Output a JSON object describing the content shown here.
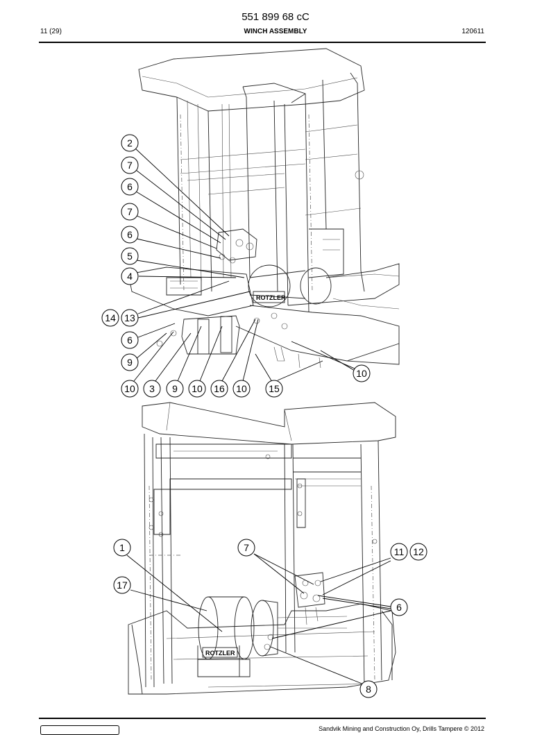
{
  "header": {
    "doc_number": "551 899 68 cC",
    "page_index": "11 (29)",
    "title": "WINCH ASSEMBLY",
    "date": "120611"
  },
  "footer": {
    "copyright": "Sandvik Mining and Construction Oy, Drills Tampere © 2012"
  },
  "drawing": {
    "brand_label": "ROTZLER"
  },
  "callouts_top": [
    "2",
    "7",
    "6",
    "7",
    "6",
    "5",
    "4",
    "14",
    "13",
    "6",
    "9",
    "10",
    "3",
    "9",
    "10",
    "16",
    "10",
    "15",
    "10"
  ],
  "callouts_bottom": [
    "1",
    "17",
    "7",
    "11",
    "12",
    "6",
    "8"
  ]
}
